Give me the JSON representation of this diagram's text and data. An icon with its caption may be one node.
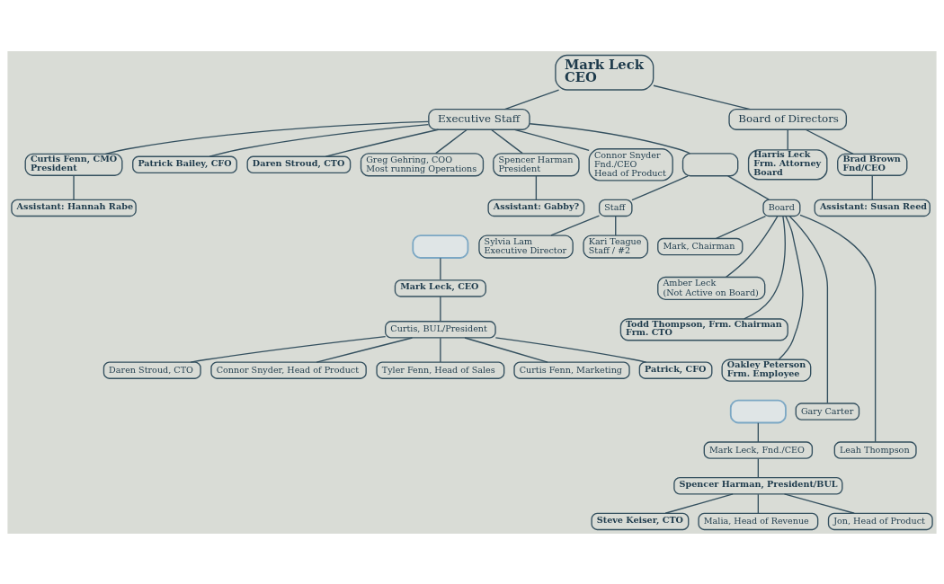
{
  "diagram": {
    "nodes": [
      {
        "text": [
          "Mark Leck",
          "CEO"
        ]
      },
      {
        "text": [
          "Executive Staff"
        ]
      },
      {
        "text": [
          "Board of Directors"
        ]
      },
      {
        "text": [
          "Curtis Fenn, CMO",
          "President"
        ]
      },
      {
        "text": [
          "Patrick Bailey, CFO"
        ]
      },
      {
        "text": [
          "Daren Stroud, CTO"
        ]
      },
      {
        "text": [
          "Greg Gehring, COO",
          "Most running Operations"
        ]
      },
      {
        "text": [
          "Spencer Harman",
          "President"
        ]
      },
      {
        "text": [
          "Connor Snyder",
          "Fnd./CEO",
          "Head of Product"
        ]
      },
      {
        "text": [],
        "shape": "box"
      },
      {
        "text": [
          "Harris Leck",
          "Frm. Attorney",
          "Board"
        ]
      },
      {
        "text": [
          "Brad Brown",
          "Fnd/CEO"
        ]
      },
      {
        "text": [
          "Staff"
        ]
      },
      {
        "text": [
          "Board"
        ]
      },
      {
        "text": [
          "Assistant: Hannah Rabe"
        ]
      },
      {
        "text": [
          "Assistant: Gabby?"
        ]
      },
      {
        "text": [
          "Assistant: Susan Reed"
        ]
      },
      {
        "text": [
          "Sylvia Lam",
          "Executive Director"
        ]
      },
      {
        "text": [
          "Kari Teague",
          "Staff / #2"
        ]
      },
      {
        "text": [
          "Mark, Chairman"
        ]
      },
      {
        "text": [
          "Amber Leck",
          "(Not Active on Board)"
        ]
      },
      {
        "text": [
          "Todd Thompson, Frm. Chairman",
          "Frm. CTO"
        ]
      },
      {
        "text": [
          "Oakley Peterson",
          "Frm. Employee"
        ]
      },
      {
        "text": [
          "Gary Carter"
        ]
      },
      {
        "text": [
          "Leah Thompson"
        ]
      },
      {
        "text": [],
        "shape": "box"
      },
      {
        "text": [
          "Mark Leck, CEO"
        ]
      },
      {
        "text": [
          "Curtis, BUL/President"
        ]
      },
      {
        "text": [
          "Daren Stroud, CTO"
        ]
      },
      {
        "text": [
          "Connor Snyder, Head of Product"
        ]
      },
      {
        "text": [
          "Tyler Fenn, Head of Sales"
        ]
      },
      {
        "text": [
          "Curtis Fenn, Marketing"
        ]
      },
      {
        "text": [
          "Patrick, CFO"
        ]
      },
      {
        "text": [],
        "shape": "box"
      },
      {
        "text": [
          "Mark Leck, Fnd./CEO"
        ]
      },
      {
        "text": [
          "Spencer Harman, President/BUL"
        ]
      },
      {
        "text": [
          "Steve Keiser, CTO"
        ]
      },
      {
        "text": [
          "Malia, Head of Revenue"
        ]
      },
      {
        "text": [
          "Jon, Head of Product"
        ]
      }
    ],
    "edges": [
      {
        "from": 0,
        "to": 1,
        "arrow": "none"
      },
      {
        "from": 0,
        "to": 2,
        "arrow": "none"
      },
      {
        "from": 1,
        "to": 3,
        "arrow": "none"
      },
      {
        "from": 1,
        "to": 4,
        "arrow": "none"
      },
      {
        "from": 1,
        "to": 5,
        "arrow": "none"
      },
      {
        "from": 1,
        "to": 6,
        "arrow": "none"
      },
      {
        "from": 1,
        "to": 7,
        "arrow": "none"
      },
      {
        "from": 1,
        "to": 8,
        "arrow": "none"
      },
      {
        "from": 1,
        "to": 9,
        "arrow": "none"
      },
      {
        "from": 2,
        "to": 10,
        "arrow": "none"
      },
      {
        "from": 2,
        "to": 11,
        "arrow": "none"
      },
      {
        "from": 3,
        "to": 14,
        "arrow": "none"
      },
      {
        "from": 7,
        "to": 15,
        "arrow": "none"
      },
      {
        "from": 11,
        "to": 16,
        "arrow": "none"
      },
      {
        "from": 9,
        "to": 12,
        "arrow": "none"
      },
      {
        "from": 9,
        "to": 13,
        "arrow": "none"
      },
      {
        "from": 12,
        "to": 17,
        "arrow": "none"
      },
      {
        "from": 12,
        "to": 18,
        "arrow": "none"
      },
      {
        "from": 13,
        "to": 19,
        "arrow": "none"
      },
      {
        "from": 13,
        "to": 20,
        "arrow": "none"
      },
      {
        "from": 13,
        "to": 21,
        "arrow": "none"
      },
      {
        "from": 13,
        "to": 22,
        "arrow": "none"
      },
      {
        "from": 13,
        "to": 23,
        "arrow": "none"
      },
      {
        "from": 13,
        "to": 24,
        "arrow": "none"
      },
      {
        "from": 25,
        "to": 26,
        "arrow": "none"
      },
      {
        "from": 26,
        "to": 27,
        "arrow": "none"
      },
      {
        "from": 27,
        "to": 28,
        "arrow": "none"
      },
      {
        "from": 27,
        "to": 29,
        "arrow": "none"
      },
      {
        "from": 27,
        "to": 30,
        "arrow": "none"
      },
      {
        "from": 27,
        "to": 31,
        "arrow": "none"
      },
      {
        "from": 27,
        "to": 32,
        "arrow": "none"
      },
      {
        "from": 33,
        "to": 34,
        "arrow": "none"
      },
      {
        "from": 34,
        "to": 35,
        "arrow": "none"
      },
      {
        "from": 35,
        "to": 36,
        "arrow": "none"
      },
      {
        "from": 35,
        "to": 37,
        "arrow": "none"
      },
      {
        "from": 35,
        "to": 38,
        "arrow": "none"
      }
    ]
  }
}
